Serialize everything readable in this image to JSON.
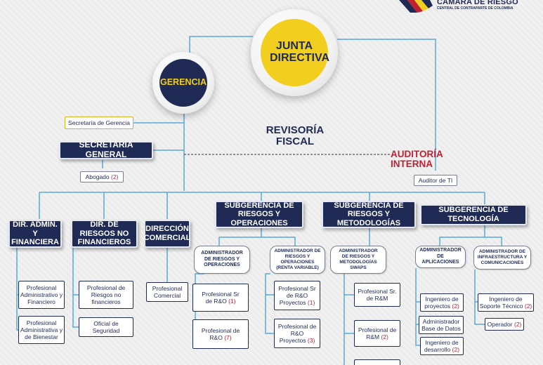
{
  "logo": {
    "name": "CÁMARA DE RIESGO",
    "tagline": "CENTRAL DE CONTRAPARTE DE COLOMBIA"
  },
  "colors": {
    "navy": "#1f2b55",
    "yellow": "#f2cf1f",
    "red": "#c22030",
    "line": "#5aa9dc"
  },
  "nodes": {
    "junta": "JUNTA DIRECTIVA",
    "gerencia": "GERENCIA",
    "secretaria_gerencia": "Secretaría de Gerencia",
    "revisoria": "REVISORÍA FISCAL",
    "secretaria_general": "SECRETARÍA GENERAL",
    "abogado": {
      "label": "Abogado",
      "count": "(2)"
    },
    "auditoria": "AUDITORÍA INTERNA",
    "auditor_ti": "Auditor de TI",
    "dir_admin": "DIR. ADMIN. Y FINANCIERA",
    "dir_riesgos_nf": "DIR. DE RIESGOS NO FINANCIEROS",
    "dir_comercial": "DIRECCIÓN COMERCIAL",
    "sub_riesgos_op": "SUBGERENCIA DE RIESGOS Y OPERACIONES",
    "sub_riesgos_met": "SUBGERENCIA DE RIESGOS Y METODOLOGÍAS",
    "sub_tecnologia": "SUBGERENCIA DE TECNOLOGÍA"
  },
  "admin_roles": {
    "adm_riesgos_op": "ADMINISTRADOR DE RIESGOS Y OPERACIONES",
    "adm_riesgos_op_rv": "ADMINISTRADOR DE RIESGOS Y OPERACIONES (RENTA VARIABLE)",
    "adm_riesgos_met": "ADMINISTRADOR DE RIESGOS Y METODOLOGÍAS SWAPS",
    "adm_aplicaciones": "ADMINISTRADOR DE APLICACIONES",
    "adm_infra": "ADMINISTRADOR DE INFRAESTRUCTURA Y COMUNICACIONES"
  },
  "staff": {
    "prof_admin_fin": "Profesional Administrativo y Financiero",
    "prof_admin_bien": "Profesional Administrativa y de Bienestar",
    "prof_riesgos_nf": "Profesional de Riesgos no financieros",
    "oficial_seg": "Oficial de Seguridad",
    "prof_comercial": "Profesional Comercial",
    "prof_sr_ro": {
      "label": "Profesional Sr de R&O",
      "count": "(1)"
    },
    "prof_ro": {
      "label": "Profesional de R&O",
      "count": "(7)"
    },
    "prof_sr_ro_proy": {
      "label": "Profesional Sr de R&O Proyectos",
      "count": "(1)"
    },
    "prof_ro_proy": {
      "label": "Profesional de R&O Proyectos",
      "count": "(3)"
    },
    "prof_sr_rm": "Profesional Sr. de R&M",
    "prof_rm": {
      "label": "Profesional de R&M",
      "count": "(2)"
    },
    "ing_proyectos": {
      "label": "Ingeniero de proyectos",
      "count": "(2)"
    },
    "adm_base_datos": "Administrador Base de Datos",
    "ing_desarrollo": {
      "label": "Ingeniero de desarrollo",
      "count": "(2)"
    },
    "ing_soporte": {
      "label": "Ingeniero de Soporte Técnico",
      "count": "(2)"
    },
    "operador": {
      "label": "Operador",
      "count": "(2)"
    }
  }
}
